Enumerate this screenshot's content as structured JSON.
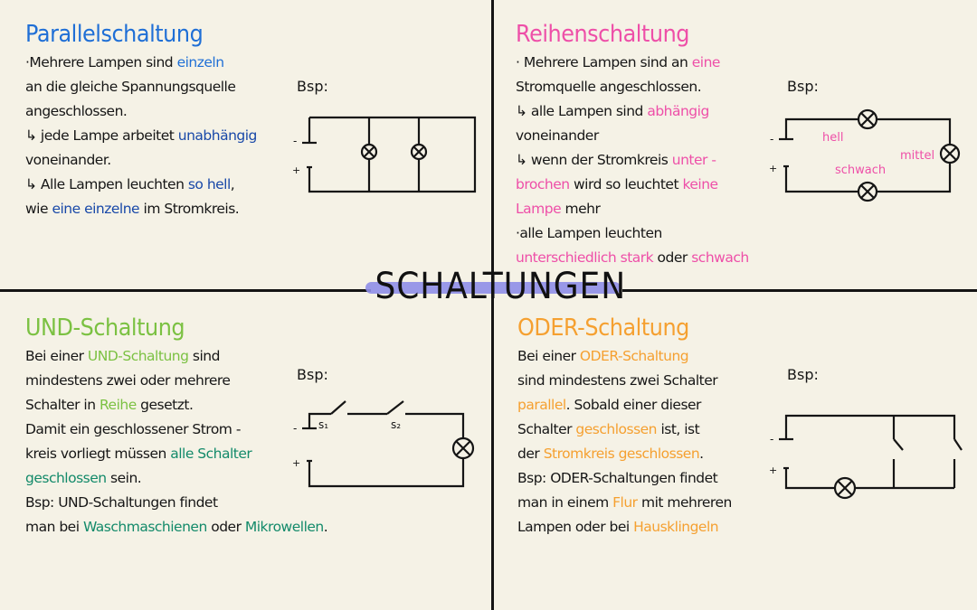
{
  "title": "SCHALTUNGEN",
  "colors": {
    "parallel": "#1f6fd6",
    "reihen": "#ee4fa8",
    "und": "#7bc142",
    "und_dark": "#138a6a",
    "oder": "#f5a030",
    "parallel_dark": "#1848a8",
    "title_highlight": "#8f8ee8"
  },
  "sections": {
    "parallel": {
      "title": "Parallelschaltung",
      "bsp": "Bsp:",
      "lines": [
        [
          {
            "t": "·Mehrere Lampen sind "
          },
          {
            "t": "einzeln",
            "c": "#1f6fd6"
          }
        ],
        [
          {
            "t": "an die gleiche Spannungsquelle"
          }
        ],
        [
          {
            "t": "angeschlossen."
          }
        ],
        [
          {
            "t": "↳ jede Lampe arbeitet "
          },
          {
            "t": "unabhängig",
            "c": "#1848a8"
          }
        ],
        [
          {
            "t": "voneinander."
          }
        ],
        [
          {
            "t": "↳ Alle Lampen leuchten "
          },
          {
            "t": "so hell",
            "c": "#1848a8"
          },
          {
            "t": ","
          }
        ],
        [
          {
            "t": "wie "
          },
          {
            "t": "eine einzelne",
            "c": "#1848a8"
          },
          {
            "t": " im Stromkreis."
          }
        ]
      ]
    },
    "reihen": {
      "title": "Reihenschaltung",
      "bsp": "Bsp:",
      "circuit_labels": {
        "hell": "hell",
        "mittel": "mittel",
        "schwach": "schwach"
      },
      "lines": [
        [
          {
            "t": "· Mehrere Lampen sind an "
          },
          {
            "t": "eine",
            "c": "#ee4fa8"
          }
        ],
        [
          {
            "t": "Stromquelle angeschlossen."
          }
        ],
        [
          {
            "t": "↳ alle Lampen sind "
          },
          {
            "t": "abhängig",
            "c": "#ee4fa8"
          }
        ],
        [
          {
            "t": "voneinander"
          }
        ],
        [
          {
            "t": "↳ wenn der Stromkreis "
          },
          {
            "t": "unter -",
            "c": "#ee4fa8"
          }
        ],
        [
          {
            "t": "brochen",
            "c": "#ee4fa8"
          },
          {
            "t": " wird so leuchtet "
          },
          {
            "t": "keine",
            "c": "#ee4fa8"
          }
        ],
        [
          {
            "t": "Lampe",
            "c": "#ee4fa8"
          },
          {
            "t": " mehr"
          }
        ],
        [
          {
            "t": "·alle Lampen leuchten"
          }
        ],
        [
          {
            "t": "unterschiedlich stark",
            "c": "#ee4fa8"
          },
          {
            "t": " oder "
          },
          {
            "t": "schwach",
            "c": "#ee4fa8"
          }
        ]
      ]
    },
    "und": {
      "title": "UND-Schaltung",
      "bsp": "Bsp:",
      "switch_labels": {
        "s1": "s₁",
        "s2": "s₂"
      },
      "lines": [
        [
          {
            "t": "Bei einer "
          },
          {
            "t": "UND-Schaltung",
            "c": "#7bc142"
          },
          {
            "t": " sind"
          }
        ],
        [
          {
            "t": "mindestens zwei oder mehrere"
          }
        ],
        [
          {
            "t": "Schalter in "
          },
          {
            "t": "Reihe",
            "c": "#7bc142"
          },
          {
            "t": " gesetzt."
          }
        ],
        [
          {
            "t": "Damit ein geschlossener Strom -"
          }
        ],
        [
          {
            "t": "kreis vorliegt müssen "
          },
          {
            "t": "alle Schalter",
            "c": "#138a6a"
          }
        ],
        [
          {
            "t": "geschlossen",
            "c": "#138a6a"
          },
          {
            "t": " sein."
          }
        ],
        [
          {
            "t": "Bsp: UND-Schaltungen findet"
          }
        ],
        [
          {
            "t": "man bei "
          },
          {
            "t": "Waschmaschienen",
            "c": "#138a6a"
          },
          {
            "t": " oder "
          },
          {
            "t": "Mikrowellen",
            "c": "#138a6a"
          },
          {
            "t": "."
          }
        ]
      ]
    },
    "oder": {
      "title": "ODER-Schaltung",
      "bsp": "Bsp:",
      "lines": [
        [
          {
            "t": "Bei einer "
          },
          {
            "t": "ODER-Schaltung",
            "c": "#f5a030"
          }
        ],
        [
          {
            "t": "sind mindestens zwei Schalter"
          }
        ],
        [
          {
            "t": "parallel",
            "c": "#f5a030"
          },
          {
            "t": ". Sobald einer dieser"
          }
        ],
        [
          {
            "t": "Schalter "
          },
          {
            "t": "geschlossen",
            "c": "#f5a030"
          },
          {
            "t": " ist, ist"
          }
        ],
        [
          {
            "t": "der "
          },
          {
            "t": "Stromkreis geschlossen",
            "c": "#f5a030"
          },
          {
            "t": "."
          }
        ],
        [
          {
            "t": "Bsp: ODER-Schaltungen findet"
          }
        ],
        [
          {
            "t": "man in einem "
          },
          {
            "t": "Flur",
            "c": "#f5a030"
          },
          {
            "t": " mit mehreren"
          }
        ],
        [
          {
            "t": "Lampen oder bei "
          },
          {
            "t": "Hausklingeln",
            "c": "#f5a030"
          }
        ]
      ]
    }
  }
}
